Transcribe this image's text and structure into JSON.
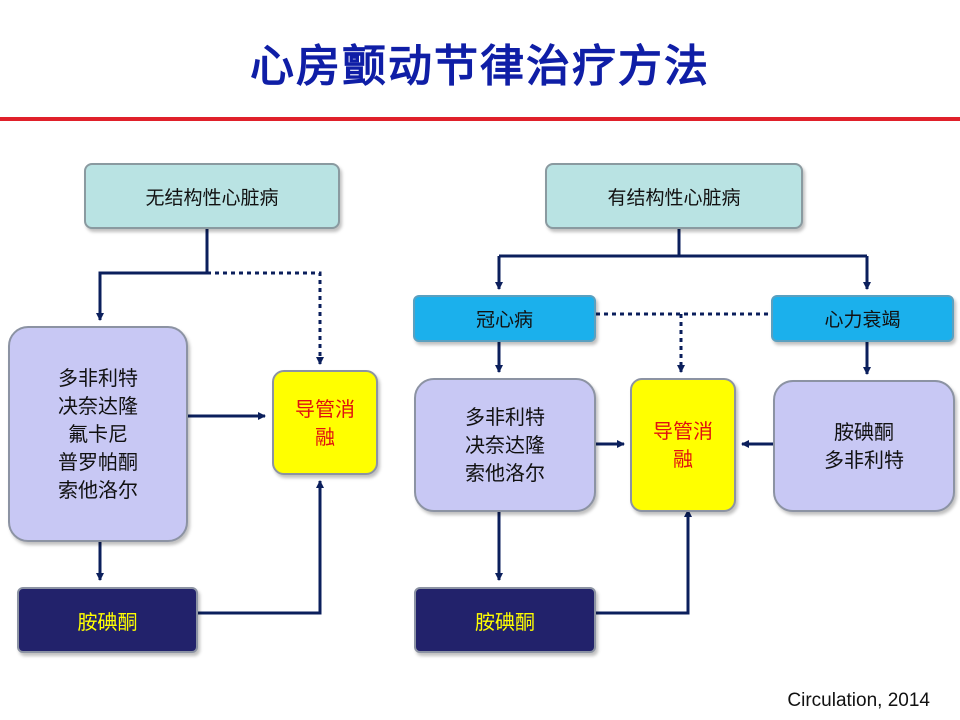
{
  "title": "心房颤动节律治疗方法",
  "citation": "Circulation, 2014",
  "left": {
    "condition": "无结构性心脏病",
    "drugs": [
      "多非利特",
      "决奈达隆",
      "氟卡尼",
      "普罗帕酮",
      "索他洛尔"
    ],
    "ablation": [
      "导管消",
      "融"
    ],
    "amiodarone": "胺碘酮"
  },
  "right": {
    "condition": "有结构性心脏病",
    "cad": "冠心病",
    "hf": "心力衰竭",
    "cad_drugs": [
      "多非利特",
      "决奈达隆",
      "索他洛尔"
    ],
    "ablation": [
      "导管消",
      "融"
    ],
    "hf_drugs": [
      "胺碘酮",
      "多非利特"
    ],
    "amiodarone": "胺碘酮"
  },
  "colors": {
    "title": "#0f1ea6",
    "rule": "#e0202a",
    "arrow": "#0b1f5c",
    "condition_fill": "#b9e3e3",
    "subtype_fill": "#1bb0ec",
    "drug_fill": "#c8c8f4",
    "ablation_fill": "#ffff00",
    "ablation_text": "#e01010",
    "amiodarone_fill": "#22226b",
    "amiodarone_text": "#ffff00"
  }
}
